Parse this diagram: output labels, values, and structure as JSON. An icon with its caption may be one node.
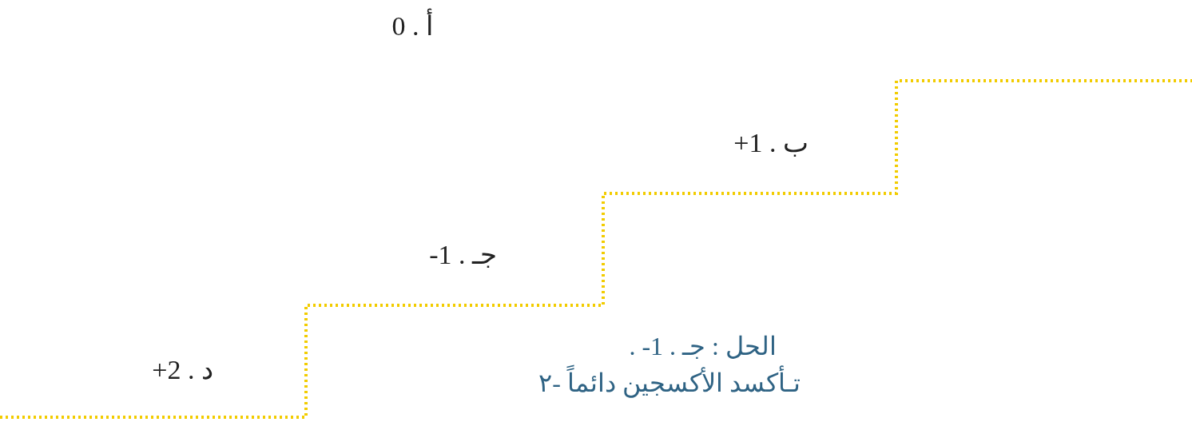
{
  "diagram": {
    "labels": [
      "أ . 0",
      "ب . 1+",
      "جـ . 1-",
      "د . 2+",
      "الحل : جـ . 1- .",
      "تـأكسد الأكسجين دائماً -٢"
    ]
  }
}
